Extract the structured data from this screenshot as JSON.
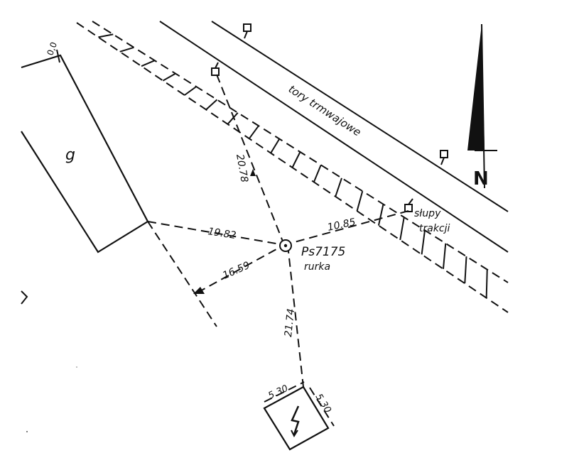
{
  "sketch": {
    "building_label": "g",
    "corner_mark": "0,0",
    "tracks_label": "tory trmwajowe",
    "poles_label_line1": "słupy",
    "poles_label_line2": "trakcji",
    "point_id": "Ps7175",
    "point_type": "rurka",
    "north_letter": "N",
    "measurements": {
      "to_building": "19.82",
      "to_pole_upper": "20.78",
      "to_pole_right": "10.85",
      "to_hydrant": "16.59",
      "to_transformer": "21.74",
      "transformer_side_left": "5.30",
      "transformer_side_right": "5.30"
    }
  }
}
